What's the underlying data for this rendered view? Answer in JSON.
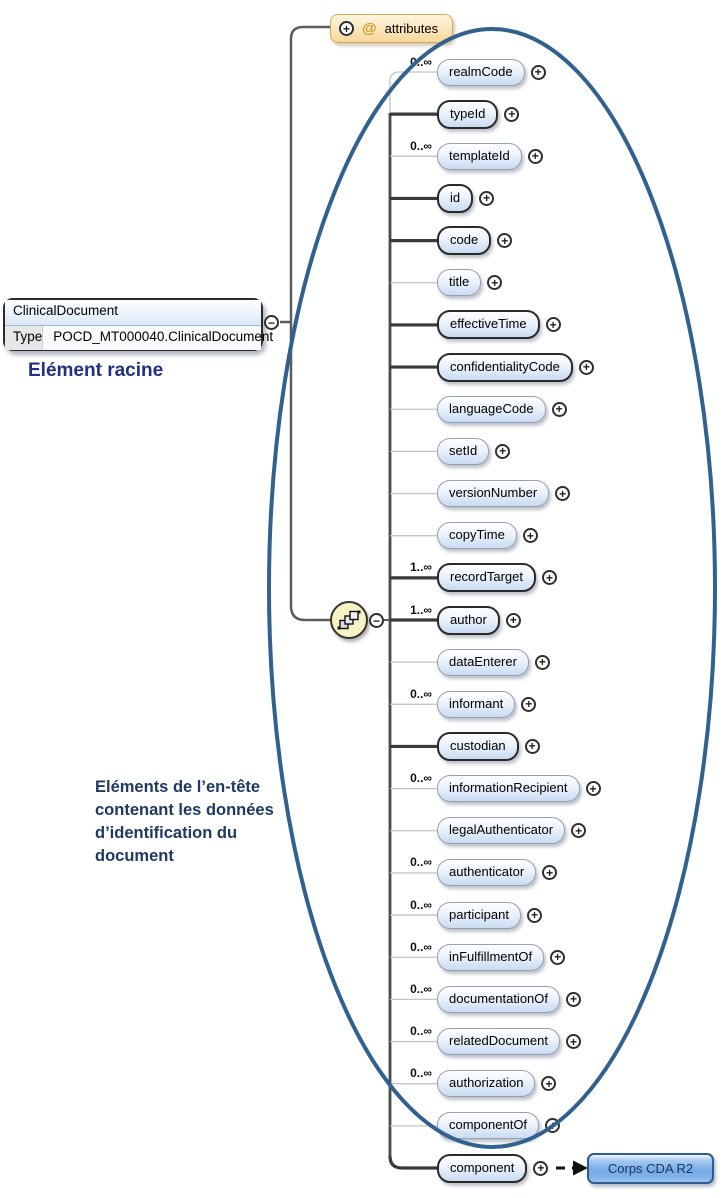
{
  "root": {
    "name": "ClinicalDocument",
    "type_label": "Type",
    "type_value": "POCD_MT000040.ClinicalDocument"
  },
  "attributes_box": {
    "at_symbol": "@",
    "label": "attributes"
  },
  "annotations": {
    "root_label": "Elément racine",
    "header_note_lines": [
      "Eléments de l’en-tête",
      "contenant les données",
      "d’identification du",
      "document"
    ]
  },
  "elements": [
    {
      "name": "realmCode",
      "cardinality": "0..∞",
      "required": false
    },
    {
      "name": "typeId",
      "cardinality": "",
      "required": true
    },
    {
      "name": "templateId",
      "cardinality": "0..∞",
      "required": false
    },
    {
      "name": "id",
      "cardinality": "",
      "required": true
    },
    {
      "name": "code",
      "cardinality": "",
      "required": true
    },
    {
      "name": "title",
      "cardinality": "",
      "required": false
    },
    {
      "name": "effectiveTime",
      "cardinality": "",
      "required": true
    },
    {
      "name": "confidentialityCode",
      "cardinality": "",
      "required": true
    },
    {
      "name": "languageCode",
      "cardinality": "",
      "required": false
    },
    {
      "name": "setId",
      "cardinality": "",
      "required": false
    },
    {
      "name": "versionNumber",
      "cardinality": "",
      "required": false
    },
    {
      "name": "copyTime",
      "cardinality": "",
      "required": false
    },
    {
      "name": "recordTarget",
      "cardinality": "1..∞",
      "required": true
    },
    {
      "name": "author",
      "cardinality": "1..∞",
      "required": true
    },
    {
      "name": "dataEnterer",
      "cardinality": "",
      "required": false
    },
    {
      "name": "informant",
      "cardinality": "0..∞",
      "required": false
    },
    {
      "name": "custodian",
      "cardinality": "",
      "required": true
    },
    {
      "name": "informationRecipient",
      "cardinality": "0..∞",
      "required": false
    },
    {
      "name": "legalAuthenticator",
      "cardinality": "",
      "required": false
    },
    {
      "name": "authenticator",
      "cardinality": "0..∞",
      "required": false
    },
    {
      "name": "participant",
      "cardinality": "0..∞",
      "required": false
    },
    {
      "name": "inFulfillmentOf",
      "cardinality": "0..∞",
      "required": false
    },
    {
      "name": "documentationOf",
      "cardinality": "0..∞",
      "required": false
    },
    {
      "name": "relatedDocument",
      "cardinality": "0..∞",
      "required": false
    },
    {
      "name": "authorization",
      "cardinality": "0..∞",
      "required": false
    },
    {
      "name": "componentOf",
      "cardinality": "",
      "required": false
    },
    {
      "name": "component",
      "cardinality": "",
      "required": true
    }
  ],
  "body_box": {
    "label": "Corps CDA R2"
  },
  "icons": {
    "plus": "+",
    "minus": "−"
  },
  "colors": {
    "ellipse_stroke": "#30618f",
    "required_border": "#2a2a2a",
    "optional_border": "#96a0ae",
    "required_line": "#3a3a3a",
    "optional_line": "#c4c4c4",
    "branch_line": "#5c5c5c",
    "pill_fill_bottom": "#c9dbf2",
    "attributes_fill": "#f7d79b",
    "body_box_fill": "#78abe8",
    "annotation_blue": "#1f3864"
  }
}
